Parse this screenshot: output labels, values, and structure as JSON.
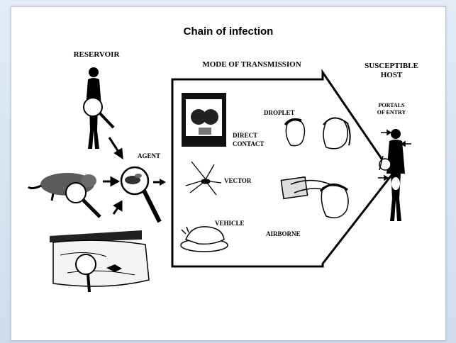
{
  "diagram": {
    "title": "Chain of infection",
    "reservoir_label": "RESERVOIR",
    "agent_label": "AGENT",
    "mode_label": "MODE OF TRANSMISSION",
    "host_label_1": "SUSCEPTIBLE",
    "host_label_2": "HOST",
    "portals_label_1": "PORTALS",
    "portals_label_2": "OF ENTRY",
    "direct_contact_1": "DIRECT",
    "direct_contact_2": "CONTACT",
    "droplet_label": "DROPLET",
    "vector_label": "VECTOR",
    "vehicle_label": "VEHICLE",
    "airborne_label": "AIRBORNE"
  },
  "colors": {
    "background": "#d8e4f0",
    "slide": "#ffffff",
    "ink": "#000000"
  }
}
